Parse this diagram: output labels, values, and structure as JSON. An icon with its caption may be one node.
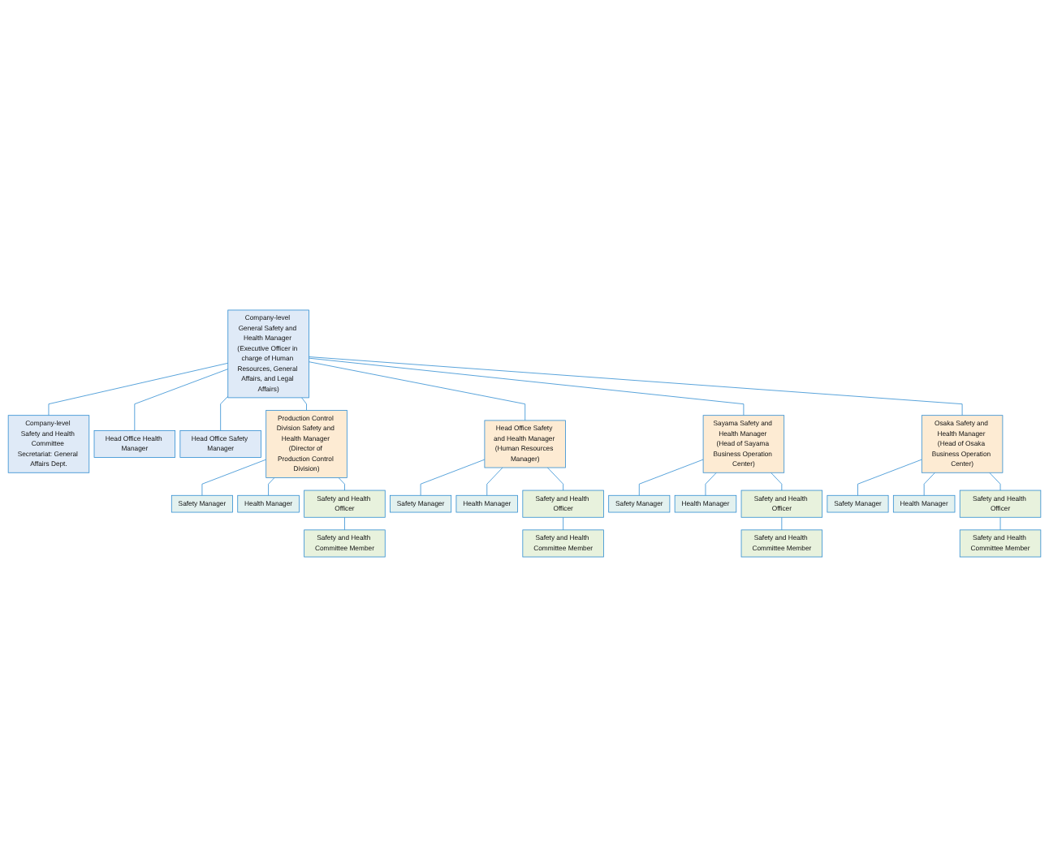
{
  "diagram": {
    "nodes": [
      {
        "text": [
          "Company-level General Safety and Health Manager (Executive Officer in charge of Human Resources, General Affairs, and Legal Affairs)"
        ]
      },
      {
        "text": [
          "Company-level Safety and Health Committee Secretariat: General Affairs Dept."
        ]
      },
      {
        "text": [
          "Head Office Health Manager"
        ]
      },
      {
        "text": [
          "Head Office Safety Manager"
        ]
      },
      {
        "text": [
          "Production Control Division Safety and Health Manager (Director of Production Control Division)"
        ]
      },
      {
        "text": [
          "Head Office Safety and Health Manager (Human Resources Manager)"
        ]
      },
      {
        "text": [
          "Sayama Safety and Health Manager (Head of Sayama Business Operation Center)"
        ]
      },
      {
        "text": [
          "Osaka Safety and Health Manager (Head of Osaka Business Operation Center)"
        ]
      },
      {
        "text": [
          "Safety Manager"
        ]
      },
      {
        "text": [
          "Health Manager"
        ]
      },
      {
        "text": [
          "Safety Manager"
        ]
      },
      {
        "text": [
          "Health Manager"
        ]
      },
      {
        "text": [
          "Safety Manager"
        ]
      },
      {
        "text": [
          "Health Manager"
        ]
      },
      {
        "text": [
          "Safety Manager"
        ]
      },
      {
        "text": [
          "Health Manager"
        ]
      },
      {
        "text": [
          "Safety and Health Officer"
        ]
      },
      {
        "text": [
          "Safety and Health Officer"
        ]
      },
      {
        "text": [
          "Safety and Health Officer"
        ]
      },
      {
        "text": [
          "Safety and Health Officer"
        ]
      },
      {
        "text": [
          "Safety and Health Committee Member"
        ]
      },
      {
        "text": [
          "Safety and Health Committee Member"
        ]
      },
      {
        "text": [
          "Safety and Health Committee Member"
        ]
      },
      {
        "text": [
          "Safety and Health Committee Member"
        ]
      }
    ],
    "edges": [
      {
        "from": 0,
        "to": 1,
        "arrow": "none"
      },
      {
        "from": 0,
        "to": 2,
        "arrow": "none"
      },
      {
        "from": 0,
        "to": 3,
        "arrow": "none"
      },
      {
        "from": 0,
        "to": 4,
        "arrow": "none"
      },
      {
        "from": 0,
        "to": 5,
        "arrow": "none"
      },
      {
        "from": 0,
        "to": 6,
        "arrow": "none"
      },
      {
        "from": 0,
        "to": 7,
        "arrow": "none"
      },
      {
        "from": 4,
        "to": 8,
        "arrow": "none"
      },
      {
        "from": 4,
        "to": 9,
        "arrow": "none"
      },
      {
        "from": 4,
        "to": 16,
        "arrow": "none"
      },
      {
        "from": 16,
        "to": 20,
        "arrow": "none"
      },
      {
        "from": 5,
        "to": 10,
        "arrow": "none"
      },
      {
        "from": 5,
        "to": 11,
        "arrow": "none"
      },
      {
        "from": 5,
        "to": 17,
        "arrow": "none"
      },
      {
        "from": 17,
        "to": 21,
        "arrow": "none"
      },
      {
        "from": 6,
        "to": 12,
        "arrow": "none"
      },
      {
        "from": 6,
        "to": 13,
        "arrow": "none"
      },
      {
        "from": 6,
        "to": 18,
        "arrow": "none"
      },
      {
        "from": 18,
        "to": 22,
        "arrow": "none"
      },
      {
        "from": 7,
        "to": 14,
        "arrow": "none"
      },
      {
        "from": 7,
        "to": 15,
        "arrow": "none"
      },
      {
        "from": 7,
        "to": 19,
        "arrow": "none"
      },
      {
        "from": 19,
        "to": 23,
        "arrow": "none"
      }
    ]
  }
}
